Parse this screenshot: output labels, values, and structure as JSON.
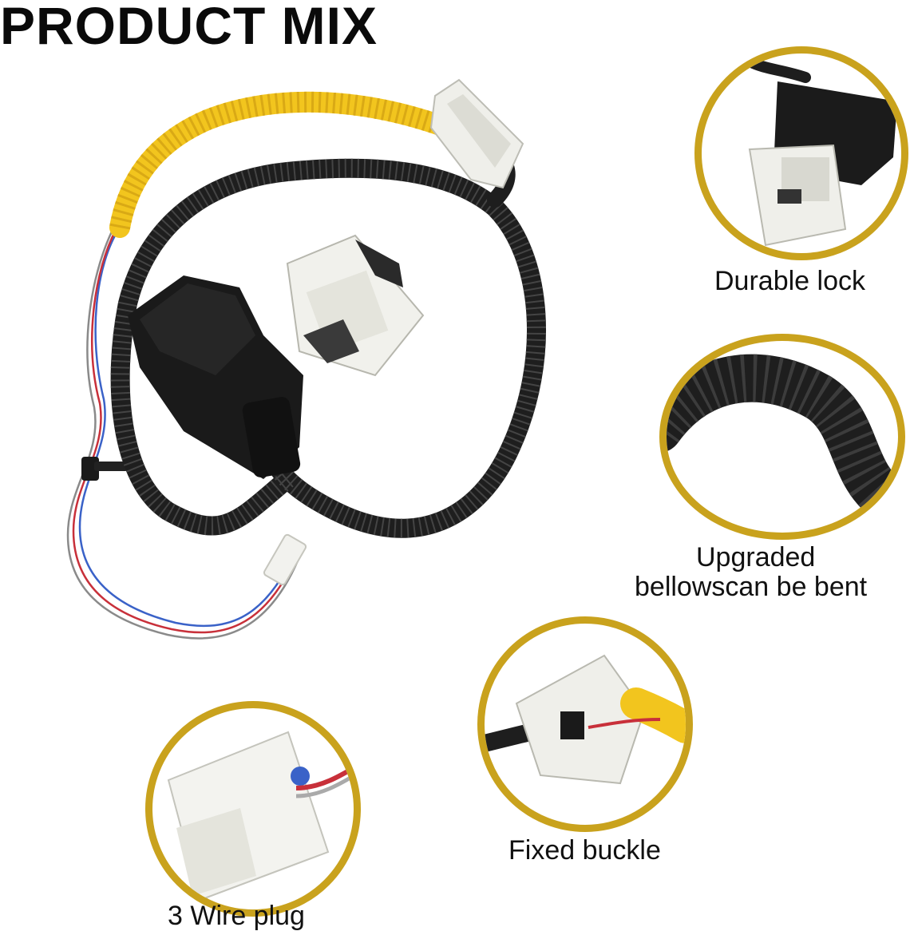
{
  "header": {
    "title": "PRODUCT MIX"
  },
  "colors": {
    "ring": "#c9a21d",
    "bellows": "#1e1e1e",
    "yellow_sleeve": "#f2c51e",
    "housing": "#eeeeea"
  },
  "features": [
    {
      "caption": "Durable lock",
      "icon": "lock-closeup"
    },
    {
      "caption_line1": "Upgraded",
      "caption_line2": "bellowscan be bent",
      "icon": "bellows-closeup"
    },
    {
      "caption": "Fixed buckle",
      "icon": "buckle-closeup"
    },
    {
      "caption": "3 Wire plug",
      "icon": "plug-closeup"
    }
  ]
}
